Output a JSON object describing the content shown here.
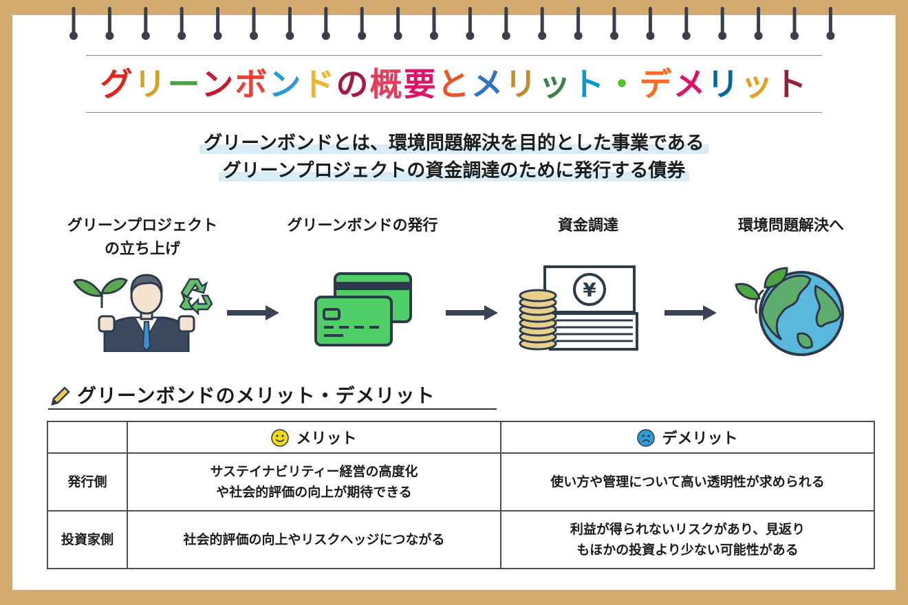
{
  "title": {
    "segments": [
      {
        "text": "グ",
        "color": "#e0241b"
      },
      {
        "text": "リ",
        "color": "#d3a12a"
      },
      {
        "text": "ー",
        "color": "#4ca146"
      },
      {
        "text": "ン",
        "color": "#c5192d"
      },
      {
        "text": "ボ",
        "color": "#e8423c"
      },
      {
        "text": "ン",
        "color": "#2a9bd6"
      },
      {
        "text": "ド",
        "color": "#f0b32b"
      },
      {
        "text": "の",
        "color": "#a21942"
      },
      {
        "text": "概",
        "color": "#e23d5a"
      },
      {
        "text": "要",
        "color": "#dd1367"
      },
      {
        "text": "と",
        "color": "#e5542a"
      },
      {
        "text": "メ",
        "color": "#3072c4"
      },
      {
        "text": "リ",
        "color": "#bf8b2e"
      },
      {
        "text": "ッ",
        "color": "#3f7e44"
      },
      {
        "text": "ト",
        "color": "#0a97d9"
      },
      {
        "text": "・",
        "color": "#56c02b"
      },
      {
        "text": "デ",
        "color": "#fd6925"
      },
      {
        "text": "メ",
        "color": "#dd1367"
      },
      {
        "text": "リ",
        "color": "#00689d"
      },
      {
        "text": "ッ",
        "color": "#e5a022"
      },
      {
        "text": "ト",
        "color": "#9b1c3a"
      }
    ]
  },
  "lead": {
    "line1": "グリーンボンドとは、環境問題解決を目的とした事業である",
    "line2": "グリーンプロジェクトの資金調達のために発行する債券"
  },
  "steps": [
    {
      "label1": "グリーンプロジェクト",
      "label2": "の立ち上げ",
      "icon": "businessman-sprout-recycle-icon"
    },
    {
      "label1": "グリーンボンドの発行",
      "label2": "",
      "icon": "credit-cards-icon"
    },
    {
      "label1": "資金調達",
      "label2": "",
      "icon": "coins-banknotes-icon"
    },
    {
      "label1": "環境問題解決へ",
      "label2": "",
      "icon": "earth-sprout-icon"
    }
  ],
  "section_title": "グリーンボンドのメリット・デメリット",
  "table": {
    "col_merit": "メリット",
    "col_demerit": "デメリット",
    "rows": [
      {
        "label": "発行側",
        "merit_l1": "サステイナビリティー経営の高度化",
        "merit_l2": "や社会的評価の向上が期待できる",
        "demerit_l1": "使い方や管理について高い透明性が求められる",
        "demerit_l2": ""
      },
      {
        "label": "投資家側",
        "merit_l1": "社会的評価の向上やリスクヘッジにつながる",
        "merit_l2": "",
        "demerit_l1": "利益が得られないリスクがあり、見返り",
        "demerit_l2": "もほかの投資より少ない可能性がある"
      }
    ]
  },
  "colors": {
    "frame": "#d3ab71",
    "highlight": "#d8edf7",
    "arrow": "#3c4254",
    "card_green": "#4fcd67",
    "earth_blue": "#5bb8dd",
    "earth_green": "#5fad6e"
  }
}
